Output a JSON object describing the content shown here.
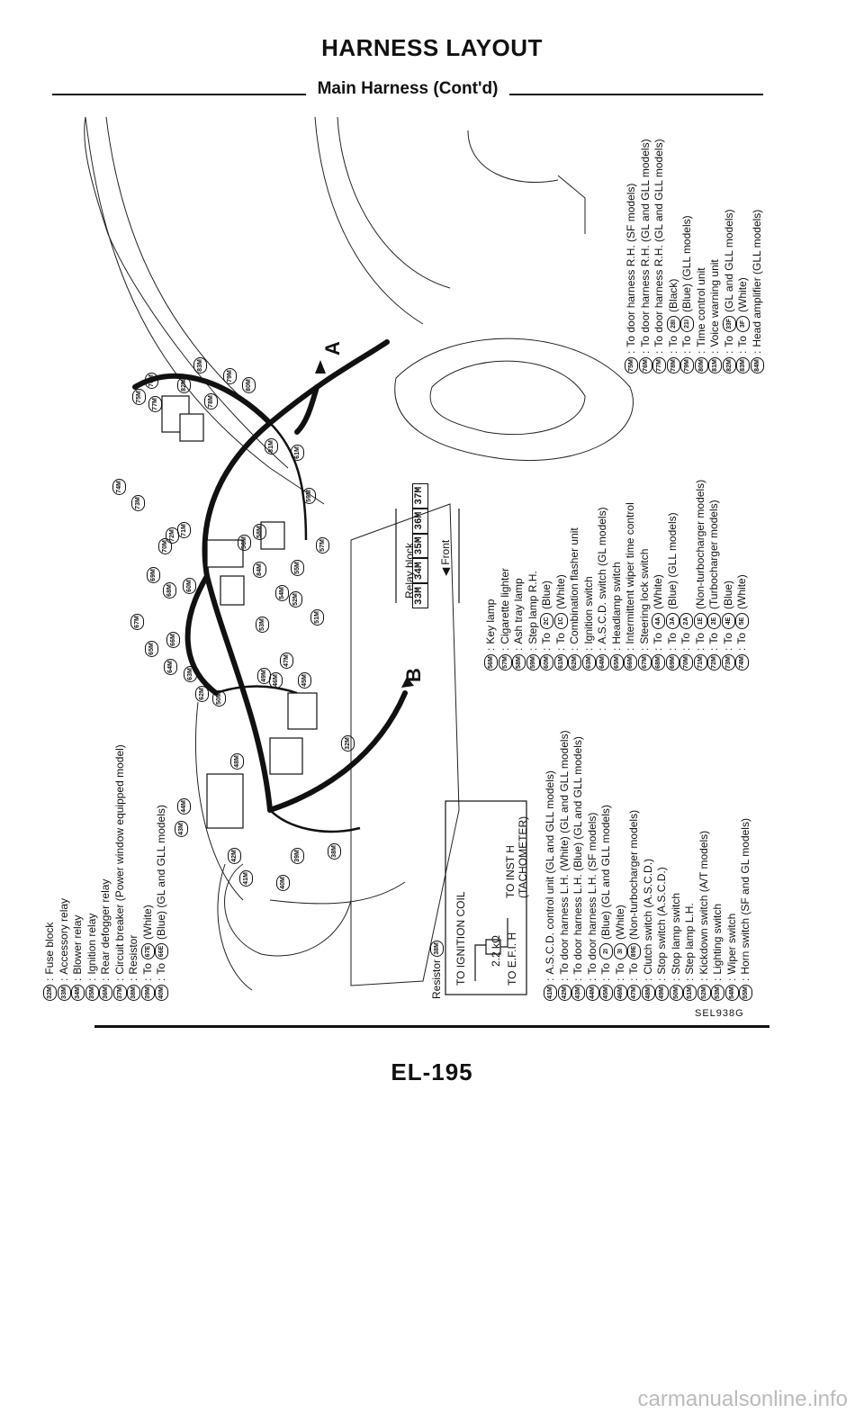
{
  "page": {
    "title": "HARNESS LAYOUT",
    "subtitle": "Main Harness (Cont'd)",
    "figure_code": "SEL938G",
    "page_number": "EL-195",
    "watermark": "carmanualsonline.info"
  },
  "diagram": {
    "markers": {
      "a": "A",
      "b": "B"
    },
    "relay_block": {
      "label": "Relay block",
      "slots": [
        "33M",
        "34M",
        "35M",
        "36M",
        "37M"
      ],
      "front": "Front"
    },
    "resistor": {
      "label": "Resistor",
      "badge": "38M",
      "ignition": "TO IGNITION COIL",
      "inst": "TO INST H",
      "tach": "(TACHOMETER)",
      "value": "2.2 kΩ",
      "efi": "TO E.F.I. H"
    },
    "callouts": [
      "75M",
      "76M",
      "77M",
      "83M",
      "82M",
      "78M",
      "79M",
      "80M",
      "81M",
      "61M",
      "74M",
      "73M",
      "72M",
      "70M",
      "71M",
      "69M",
      "68M",
      "67M",
      "65M",
      "66M",
      "64M",
      "63M",
      "60M",
      "84M",
      "56M",
      "58M",
      "59M",
      "57M",
      "55M",
      "54M",
      "53M",
      "52M",
      "51M",
      "62M",
      "50M",
      "49M",
      "47M",
      "46M",
      "45M",
      "48M",
      "32M",
      "44M",
      "43M",
      "42M",
      "41M",
      "40M",
      "39M",
      "38M"
    ]
  },
  "legends": {
    "group1": [
      {
        "code": "32M",
        "text": "Fuse block"
      },
      {
        "code": "33M",
        "text": "Accessory relay"
      },
      {
        "code": "34M",
        "text": "Blower relay"
      },
      {
        "code": "35M",
        "text": "Ignition relay"
      },
      {
        "code": "36M",
        "text": "Rear defogger relay"
      },
      {
        "code": "37M",
        "text": "Circuit breaker (Power window equipped model)"
      },
      {
        "code": "38M",
        "text": "Resistor"
      },
      {
        "code": "39M",
        "text": "To",
        "ref": "67E",
        "extra": "(White)"
      },
      {
        "code": "40M",
        "text": "To",
        "ref": "66E",
        "extra": "(Blue) (GL and GLL models)"
      }
    ],
    "group2": [
      {
        "code": "41M",
        "text": "A.S.C.D. control unit (GL and GLL models)"
      },
      {
        "code": "42M",
        "text": "To door harness L.H. (White) (GL and GLL models)"
      },
      {
        "code": "43M",
        "text": "To door harness L.H. (Blue) (GL and GLL models)"
      },
      {
        "code": "44M",
        "text": "To door harness L.H. (SF models)"
      },
      {
        "code": "45M",
        "text": "To",
        "ref": "2I",
        "extra": "(Blue) (GL and GLL models)"
      },
      {
        "code": "46M",
        "text": "To",
        "ref": "3I",
        "extra": "(White)"
      },
      {
        "code": "47M",
        "text": "To",
        "ref": "89E",
        "extra": "(Non-turbocharger models)"
      },
      {
        "code": "48M",
        "text": "Clutch switch (A.S.C.D.)"
      },
      {
        "code": "49M",
        "text": "Stop switch (A.S.C.D.)"
      },
      {
        "code": "50M",
        "text": "Stop lamp switch"
      },
      {
        "code": "51M",
        "text": "Step lamp L.H."
      },
      {
        "code": "52M",
        "text": "Kickdown switch (A/T models)"
      },
      {
        "code": "53M",
        "text": "Lighting switch"
      },
      {
        "code": "54M",
        "text": "Wiper switch"
      },
      {
        "code": "55M",
        "text": "Horn switch (SF and GL models)"
      }
    ],
    "group3": [
      {
        "code": "56M",
        "text": "Key lamp"
      },
      {
        "code": "57M",
        "text": "Cigarette lighter"
      },
      {
        "code": "58M",
        "text": "Ash tray lamp"
      },
      {
        "code": "59M",
        "text": "Step lamp R.H."
      },
      {
        "code": "60M",
        "text": "To",
        "ref": "2C",
        "extra": "(Blue)"
      },
      {
        "code": "61M",
        "text": "To",
        "ref": "1C",
        "extra": "(White)"
      },
      {
        "code": "62M",
        "text": "Combination flasher unit"
      },
      {
        "code": "63M",
        "text": "Ignition switch"
      },
      {
        "code": "64M",
        "text": "A.S.C.D. switch (GL models)"
      },
      {
        "code": "65M",
        "text": "Headlamp switch"
      },
      {
        "code": "66M",
        "text": "Intermittent wiper time control"
      },
      {
        "code": "67M",
        "text": "Steering lock switch"
      },
      {
        "code": "68M",
        "text": "To",
        "ref": "4A",
        "extra": "(White)"
      },
      {
        "code": "69M",
        "text": "To",
        "ref": "3A",
        "extra": "(Blue) (GLL models)"
      },
      {
        "code": "70M",
        "text": "To",
        "ref": "2A",
        "extra": ""
      },
      {
        "code": "71M",
        "text": "To",
        "ref": "1E",
        "extra": "(Non-turbocharger models)"
      },
      {
        "code": "72M",
        "text": "To",
        "ref": "2E",
        "extra": "(Turbocharger models)"
      },
      {
        "code": "73M",
        "text": "To",
        "ref": "4E",
        "extra": "(Blue)"
      },
      {
        "code": "74M",
        "text": "To",
        "ref": "5E",
        "extra": "(White)"
      }
    ],
    "group4": [
      {
        "code": "75M",
        "text": "To door harness R.H. (SF models)"
      },
      {
        "code": "76M",
        "text": "To door harness R.H. (GL and GLL models)"
      },
      {
        "code": "77M",
        "text": "To door harness R.H. (GL and GLL models)"
      },
      {
        "code": "78M",
        "text": "To",
        "ref": "28I",
        "extra": "(Black)"
      },
      {
        "code": "79M",
        "text": "To",
        "ref": "21I",
        "extra": "(Blue) (GLL models)"
      },
      {
        "code": "80M",
        "text": "Time control unit"
      },
      {
        "code": "81M",
        "text": "Voice warning unit"
      },
      {
        "code": "82M",
        "text": "To",
        "ref": "33F",
        "extra": "(GL and GLL models)"
      },
      {
        "code": "83M",
        "text": "To",
        "ref": "3F",
        "extra": "(White)"
      },
      {
        "code": "84M",
        "text": "Head amplifier (GLL models)"
      }
    ]
  }
}
